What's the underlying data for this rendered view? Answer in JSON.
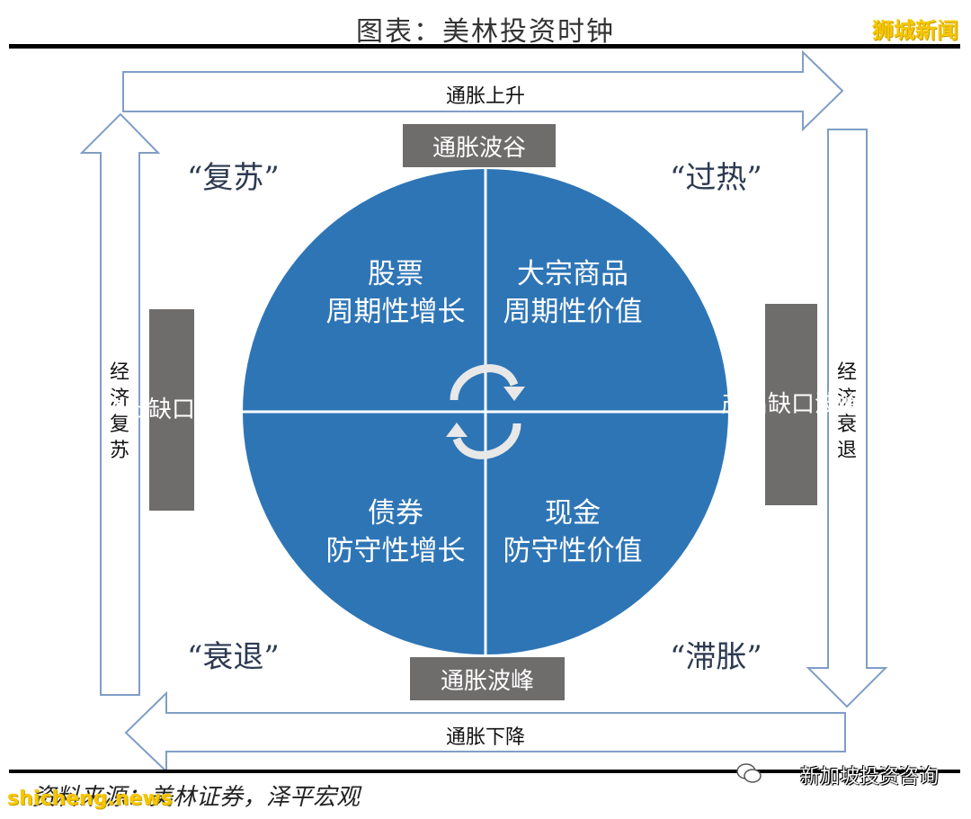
{
  "title": "图表：美林投资时钟",
  "watermark_top": "狮城新闻",
  "arrows": {
    "top": "通胀上升",
    "bottom": "通胀下降",
    "left": "经济复苏",
    "right": "经济衰退"
  },
  "phases": {
    "top_left": "“复苏”",
    "top_right": "“过热”",
    "bottom_left": "“衰退”",
    "bottom_right": "“滞胀”"
  },
  "boxes": {
    "top": "通胀波谷",
    "bottom": "通胀波峰",
    "left": "产出缺口波谷",
    "right": "产出缺口波峰"
  },
  "quadrants": {
    "top_left": {
      "line1": "股票",
      "line2": "周期性增长"
    },
    "top_right": {
      "line1": "大宗商品",
      "line2": "周期性价值"
    },
    "bottom_left": {
      "line1": "债券",
      "line2": "防守性增长"
    },
    "bottom_right": {
      "line1": "现金",
      "line2": "防守性价值"
    }
  },
  "source": "资料来源：美林证券，泽平宏观",
  "watermark_bottom": "shicheng.news",
  "account_name": "新加坡投资咨询",
  "colors": {
    "circle": "#2e75b6",
    "box": "#6f6c6c",
    "arrow_stroke": "#7f9ec6"
  }
}
